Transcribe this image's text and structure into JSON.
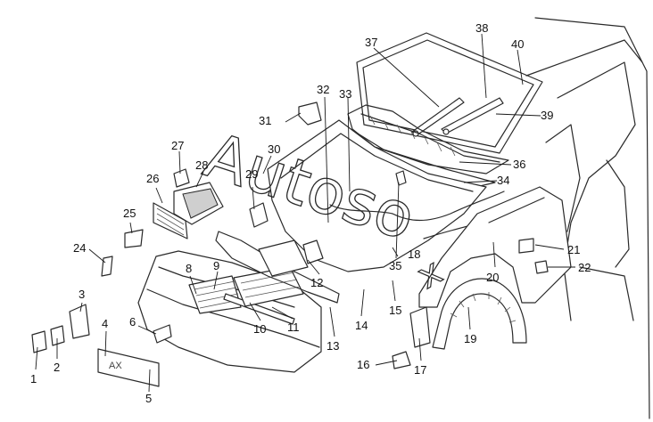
{
  "diagram": {
    "callouts": [
      "1",
      "2",
      "3",
      "4",
      "5",
      "6",
      "8",
      "9",
      "10",
      "11",
      "12",
      "13",
      "14",
      "15",
      "16",
      "17",
      "18",
      "19",
      "20",
      "21",
      "22",
      "24",
      "25",
      "26",
      "27",
      "28",
      "29",
      "30",
      "31",
      "32",
      "33",
      "34",
      "35",
      "36",
      "37",
      "38",
      "39",
      "40"
    ],
    "plate_text": "AX"
  },
  "watermark": {
    "text": "Autoso",
    "x_mark": "x"
  },
  "colors": {
    "line": "#2a2a2a",
    "background": "#ffffff",
    "shade": "#cfcfcf"
  }
}
